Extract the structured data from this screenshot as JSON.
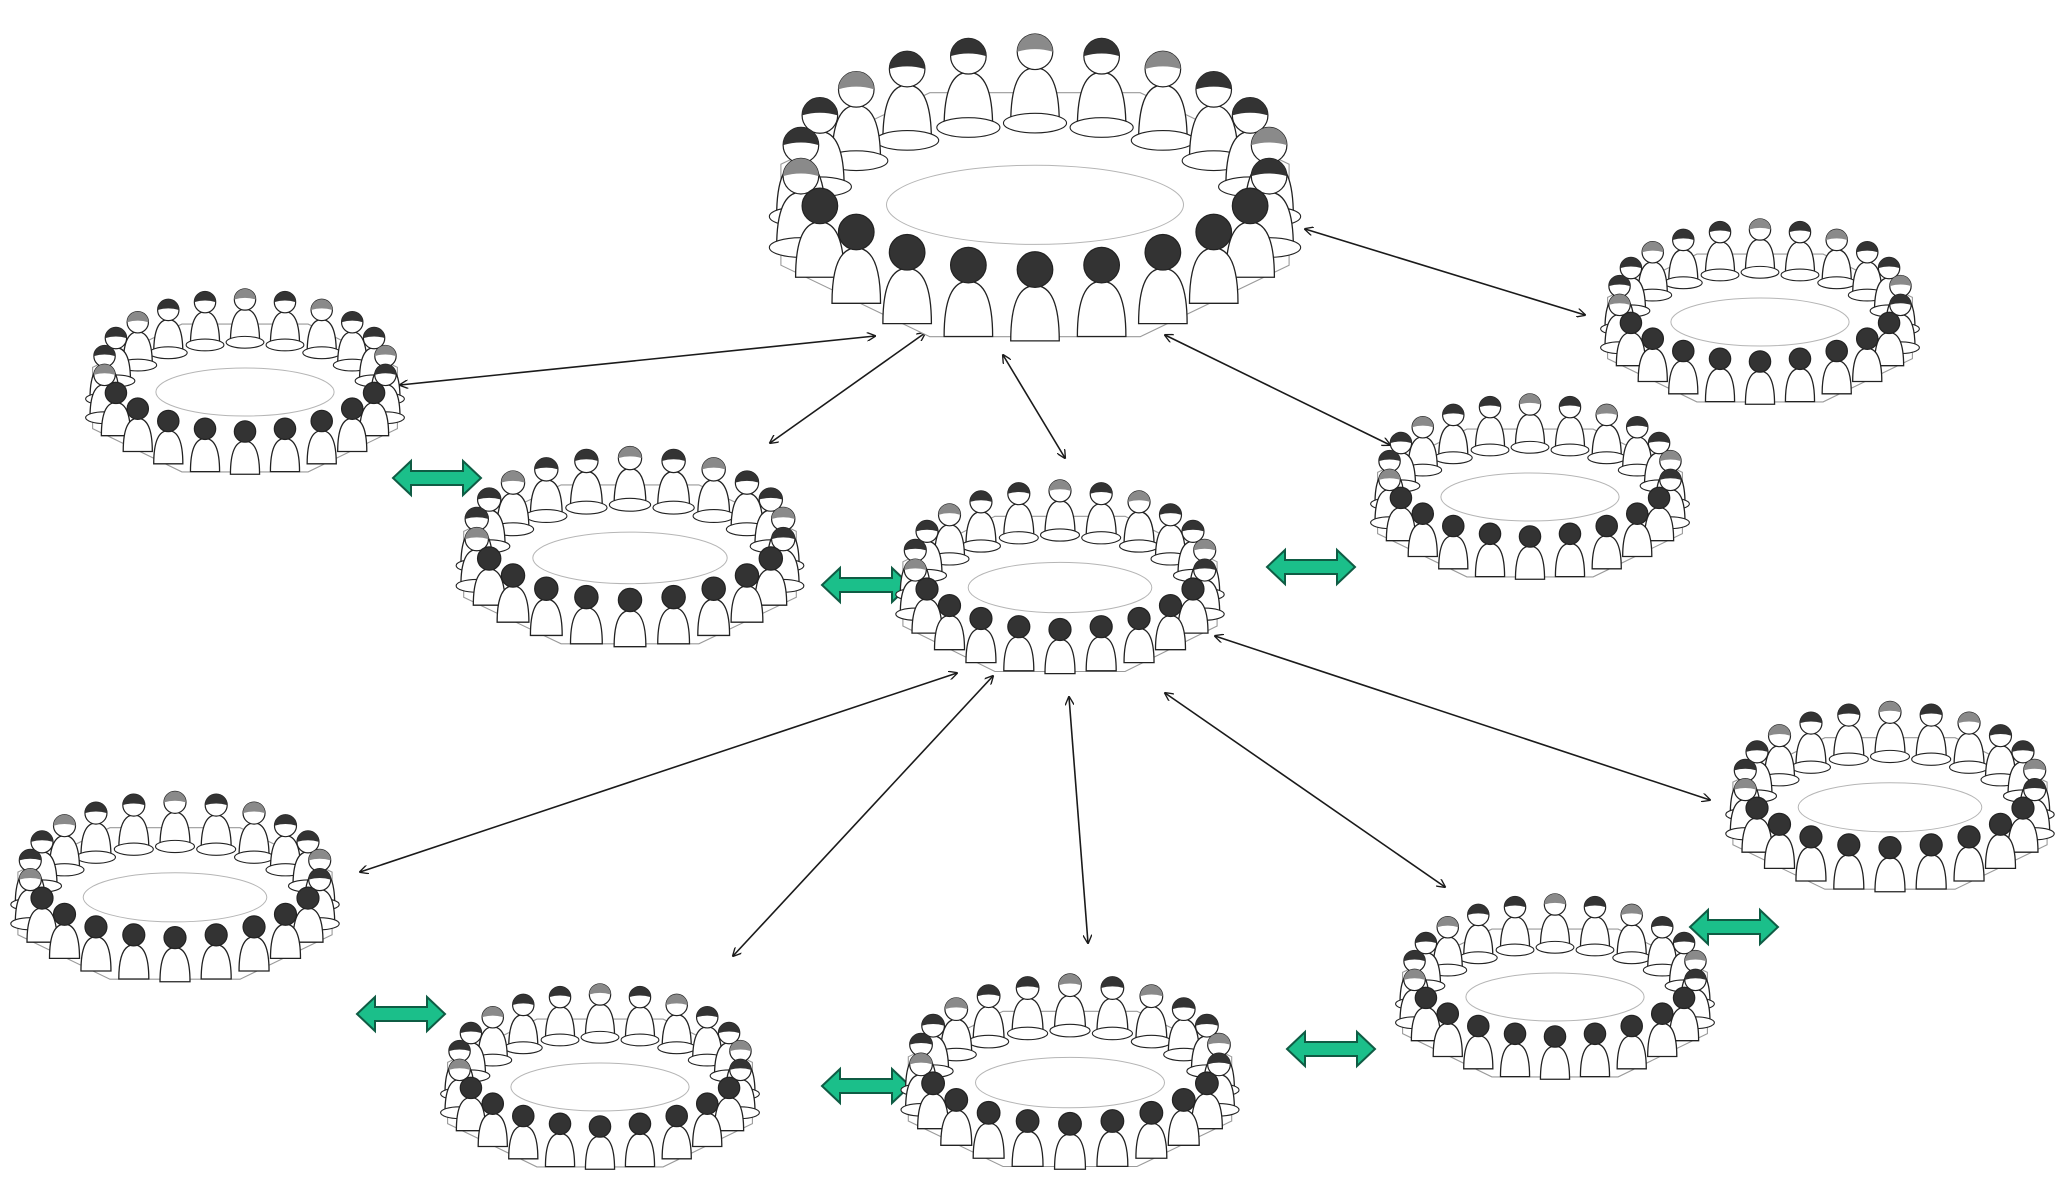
{
  "diagram": {
    "type": "network-of-circles",
    "colors": {
      "background": "#ffffff",
      "line": "#1a1a1a",
      "green_arrow_fill": "#1bbf8a",
      "green_arrow_stroke": "#0f5c44",
      "figure_fill": "#ffffff",
      "hair_dark": "#333333",
      "hair_mid": "#8a8a8a"
    },
    "nodes": [
      {
        "id": "top",
        "kind": "group-circle-large"
      },
      {
        "id": "left-upper",
        "kind": "group-circle"
      },
      {
        "id": "right-upper",
        "kind": "group-circle"
      },
      {
        "id": "mid-left",
        "kind": "group-circle"
      },
      {
        "id": "center",
        "kind": "group-circle"
      },
      {
        "id": "mid-right",
        "kind": "group-circle"
      },
      {
        "id": "right-lower",
        "kind": "group-circle"
      },
      {
        "id": "left-lower",
        "kind": "group-circle"
      },
      {
        "id": "bottom-left",
        "kind": "group-circle"
      },
      {
        "id": "bottom-center",
        "kind": "group-circle"
      },
      {
        "id": "bottom-right",
        "kind": "group-circle"
      }
    ],
    "black_links": [
      {
        "from": "top",
        "to": "left-upper"
      },
      {
        "from": "top",
        "to": "right-upper"
      },
      {
        "from": "top",
        "to": "mid-left"
      },
      {
        "from": "top",
        "to": "center"
      },
      {
        "from": "top",
        "to": "mid-right"
      },
      {
        "from": "center",
        "to": "left-lower"
      },
      {
        "from": "center",
        "to": "bottom-left"
      },
      {
        "from": "center",
        "to": "bottom-center"
      },
      {
        "from": "center",
        "to": "bottom-right"
      },
      {
        "from": "center",
        "to": "right-lower"
      }
    ],
    "green_links": [
      {
        "from": "left-upper",
        "to": "mid-left"
      },
      {
        "from": "mid-left",
        "to": "center"
      },
      {
        "from": "center",
        "to": "mid-right"
      },
      {
        "from": "left-lower",
        "to": "bottom-left"
      },
      {
        "from": "bottom-left",
        "to": "bottom-center"
      },
      {
        "from": "bottom-center",
        "to": "bottom-right"
      },
      {
        "from": "bottom-right",
        "to": "right-lower"
      }
    ]
  }
}
